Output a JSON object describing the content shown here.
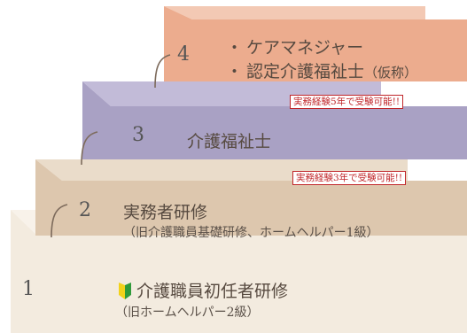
{
  "steps": [
    {
      "number": "1",
      "title": "介護職員初任者研修",
      "subtitle": "（旧ホームヘルパー2級）"
    },
    {
      "number": "2",
      "title": "実務者研修",
      "subtitle": "（旧介護職員基礎研修、ホームヘルパー1級）"
    },
    {
      "number": "3",
      "title": "介護福祉士",
      "badge": "実務経験3年で受験可能!!"
    },
    {
      "number": "4",
      "items": [
        "ケアマネジャー",
        "認定介護福祉士"
      ],
      "item_note": "（仮称）",
      "badge": "実務経験5年で受験可能!!"
    }
  ],
  "colors": {
    "step1_front": "#f3ebdf",
    "step1_top": "#f8f2ea",
    "step2_front": "#ddc7ae",
    "step2_top": "#eadcca",
    "step3_front": "#a9a1c4",
    "step3_top": "#c2bbd8",
    "step4_front": "#ecac8e",
    "step4_top": "#f3c9b4",
    "badge_red": "#c0262a"
  },
  "icons": {
    "beginner_mark": "beginner-mark-icon"
  }
}
